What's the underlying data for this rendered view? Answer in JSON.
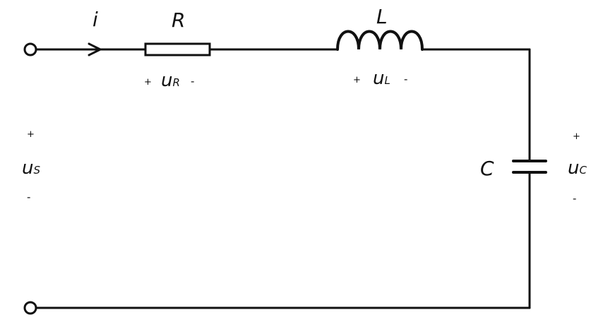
{
  "diagram": {
    "current": "i",
    "resistor": {
      "name": "R",
      "voltage_main": "u",
      "voltage_sub": "R",
      "plus": "+",
      "minus": "-"
    },
    "inductor": {
      "name": "L",
      "voltage_main": "u",
      "voltage_sub": "L",
      "plus": "+",
      "minus": "-"
    },
    "capacitor": {
      "name": "C",
      "voltage_main": "u",
      "voltage_sub": "C",
      "plus": "+",
      "minus": "-"
    },
    "source": {
      "voltage_main": "u",
      "voltage_sub": "S",
      "plus": "+",
      "minus": "-"
    }
  }
}
